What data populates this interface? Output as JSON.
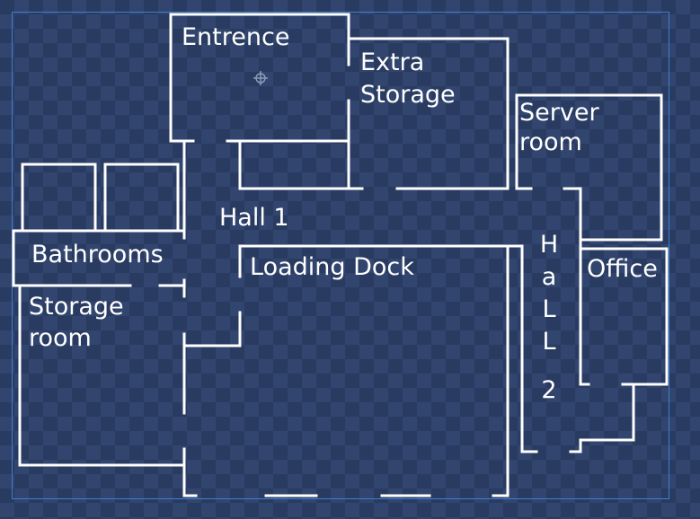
{
  "colors": {
    "wall": "#ffffff",
    "background": "#2a3b61",
    "checker": "#31456e",
    "frame": "#3a7fd0"
  },
  "labels": {
    "entrence": "Entrence",
    "extra_storage_1": "Extra",
    "extra_storage_2": "Storage",
    "server_room_1": "Server",
    "server_room_2": "room",
    "hall1": "Hall 1",
    "bathrooms": "Bathrooms",
    "loading_dock": "Loading Dock",
    "office": "Office",
    "storage_room_1": "Storage",
    "storage_room_2": "room",
    "hall2_chars": [
      "H",
      "a",
      "L",
      "L",
      "",
      "2"
    ]
  },
  "icons": {
    "pivot": "crosshair-pivot-icon"
  }
}
